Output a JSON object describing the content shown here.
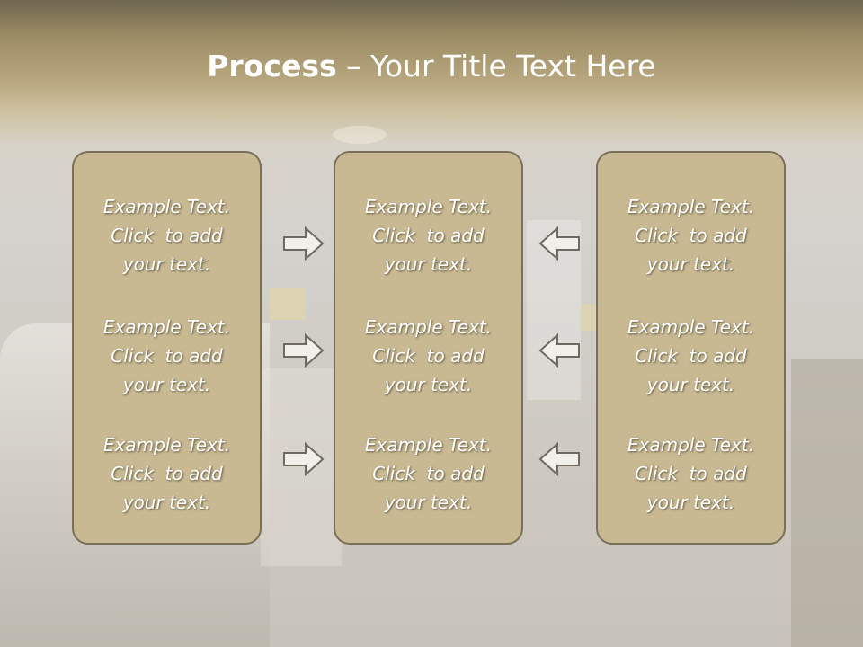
{
  "title": {
    "bold": "Process",
    "rest": " – Your Title Text Here"
  },
  "columns": [
    {
      "blocks": [
        {
          "line1": "Example Text.",
          "line2": "Click  to add",
          "line3": "your text."
        },
        {
          "line1": "Example Text.",
          "line2": "Click  to add",
          "line3": "your text."
        },
        {
          "line1": "Example Text.",
          "line2": "Click  to add",
          "line3": "your text."
        }
      ]
    },
    {
      "blocks": [
        {
          "line1": "Example Text.",
          "line2": "Click  to add",
          "line3": "your text."
        },
        {
          "line1": "Example Text.",
          "line2": "Click  to add",
          "line3": "your text."
        },
        {
          "line1": "Example Text.",
          "line2": "Click  to add",
          "line3": "your text."
        }
      ]
    },
    {
      "blocks": [
        {
          "line1": "Example Text.",
          "line2": "Click  to add",
          "line3": "your text."
        },
        {
          "line1": "Example Text.",
          "line2": "Click  to add",
          "line3": "your text."
        },
        {
          "line1": "Example Text.",
          "line2": "Click  to add",
          "line3": "your text."
        }
      ]
    }
  ],
  "arrows": {
    "left_side": "arrow-right-icon",
    "right_side": "arrow-left-icon"
  },
  "colors": {
    "panel_fill": "#c8b993",
    "panel_border": "#7a7059",
    "text": "#ffffff",
    "header": "#9c8c64"
  }
}
